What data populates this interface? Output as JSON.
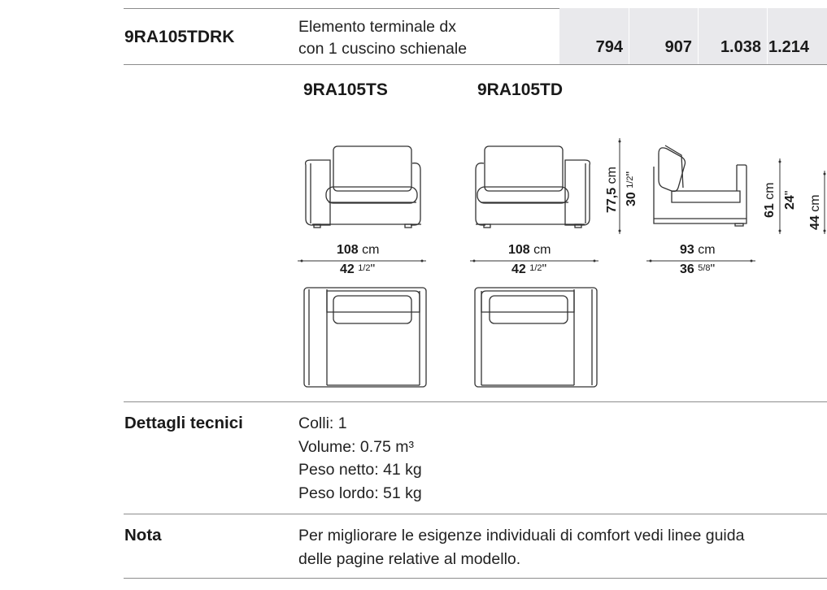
{
  "product_row": {
    "code": "9RA105TDRK",
    "description_line1": "Elemento terminale dx",
    "description_line2": "con 1 cuscino schienale",
    "prices": [
      "794",
      "907",
      "1.038",
      "1.214"
    ]
  },
  "variants": {
    "left": "9RA105TS",
    "right": "9RA105TD"
  },
  "dimensions": {
    "width_left": {
      "cm_value": "108",
      "cm_unit": "cm",
      "in_value": "42",
      "in_frac": "1/2",
      "in_unit": "\""
    },
    "width_right": {
      "cm_value": "108",
      "cm_unit": "cm",
      "in_value": "42",
      "in_frac": "1/2",
      "in_unit": "\""
    },
    "depth": {
      "cm_value": "93",
      "cm_unit": "cm",
      "in_value": "36",
      "in_frac": "5/8",
      "in_unit": "\""
    },
    "height": {
      "cm_value": "77,5",
      "cm_unit": "cm",
      "in_value": "30",
      "in_frac": "1/2",
      "in_unit": "\""
    },
    "arm_height": {
      "cm_value": "61",
      "cm_unit": "cm",
      "in_value": "24",
      "in_unit": "\""
    },
    "seat_height": {
      "cm_value": "44",
      "cm_unit": "cm"
    }
  },
  "technical": {
    "label": "Dettagli tecnici",
    "lines": [
      "Colli: 1",
      "Volume: 0.75 m³",
      "Peso netto: 41 kg",
      "Peso lordo: 51 kg"
    ]
  },
  "note": {
    "label": "Nota",
    "line1": "Per migliorare le esigenze individuali di comfort vedi linee guida",
    "line2": "delle pagine relative al modello."
  }
}
